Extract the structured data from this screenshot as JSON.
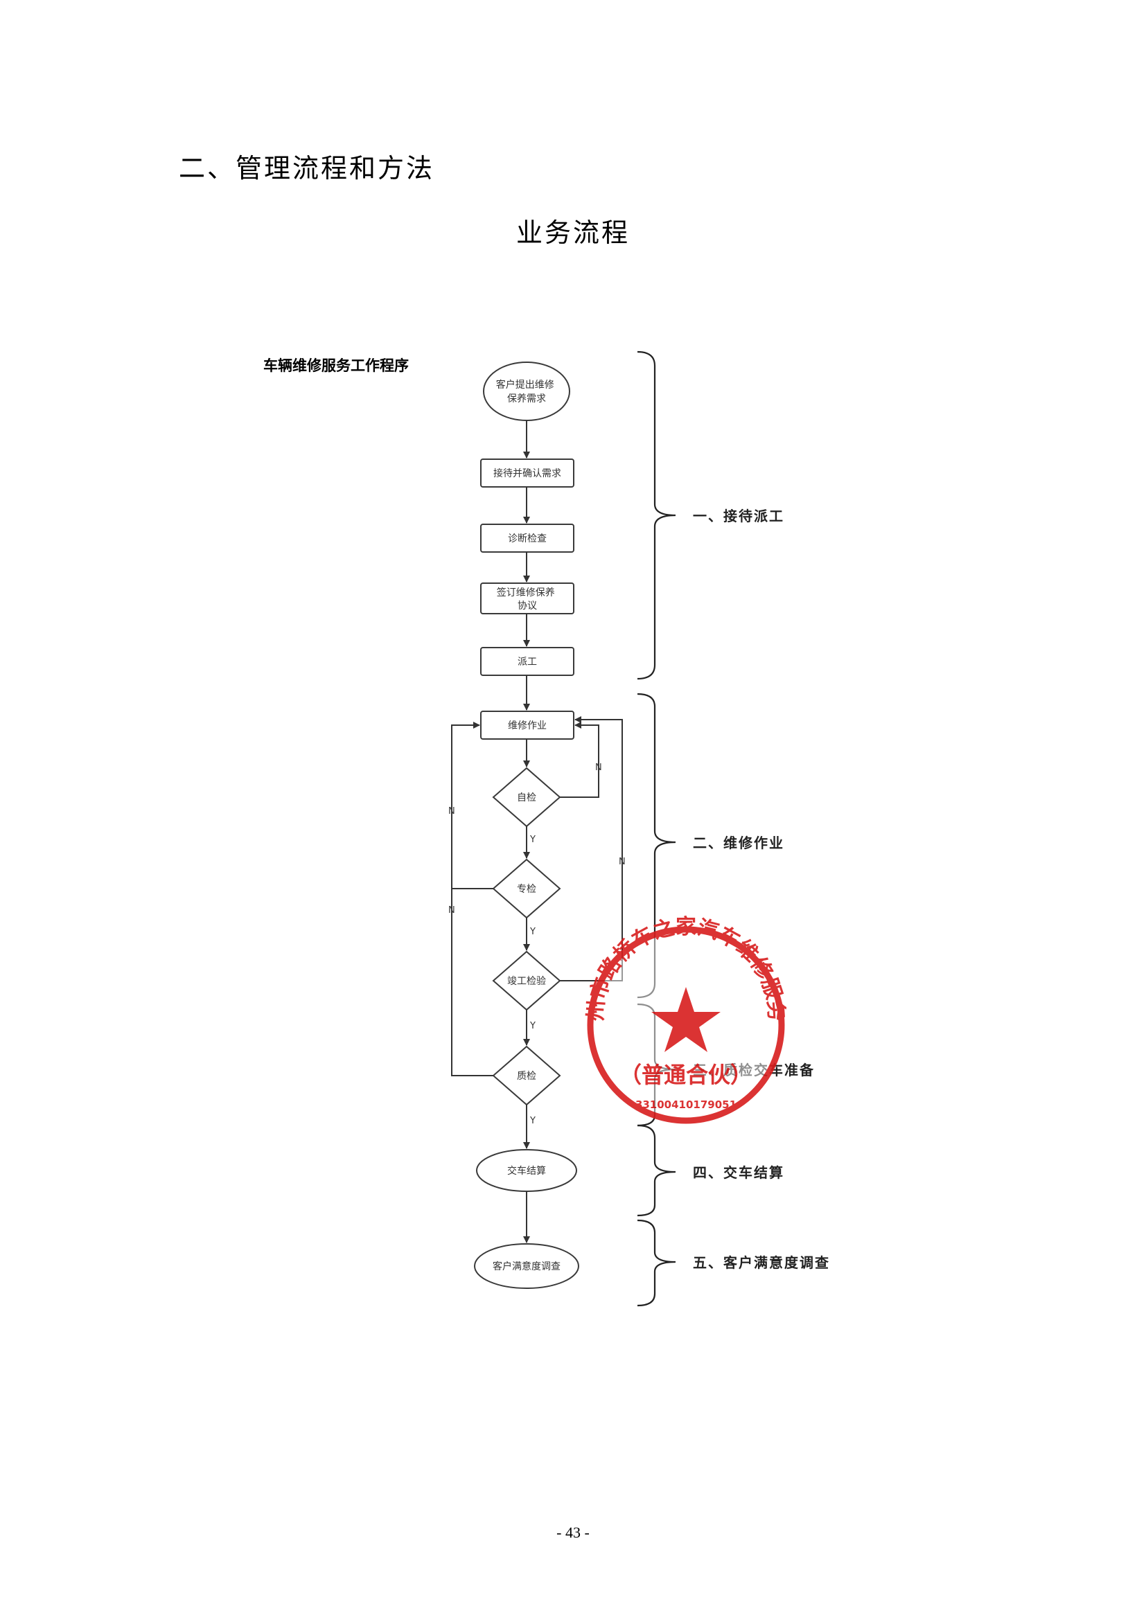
{
  "section_heading": "二、管理流程和方法",
  "page_title": "业务流程",
  "flowchart": {
    "title": "车辆维修服务工作程序",
    "nodes": [
      {
        "id": "n1",
        "label": "客户提出维修\n保养需求"
      },
      {
        "id": "n2",
        "label": "接待并确认需求"
      },
      {
        "id": "n3",
        "label": "诊断检查"
      },
      {
        "id": "n4",
        "label": "签订维修保养\n协议"
      },
      {
        "id": "n5",
        "label": "派工"
      },
      {
        "id": "n6",
        "label": "维修作业"
      },
      {
        "id": "d1",
        "label": "自检"
      },
      {
        "id": "d2",
        "label": "专检"
      },
      {
        "id": "d3",
        "label": "竣工检验"
      },
      {
        "id": "d4",
        "label": "质检"
      },
      {
        "id": "n7",
        "label": "交车结算"
      },
      {
        "id": "n8",
        "label": "客户满意度调查"
      }
    ],
    "edge_labels": {
      "yes": "Y",
      "no": "N"
    },
    "phases": [
      "一、接待派工",
      "二、维修作业",
      "三、质检交车准备",
      "四、交车结算",
      "五、客户满意度调查"
    ]
  },
  "seal": {
    "ring_text": "台州市路桥车之家汽车维修服务部",
    "inner_text": "（普通合伙）",
    "code": "3310041017905​1",
    "color": "#d81e1e"
  },
  "page_number": "- 43 -"
}
